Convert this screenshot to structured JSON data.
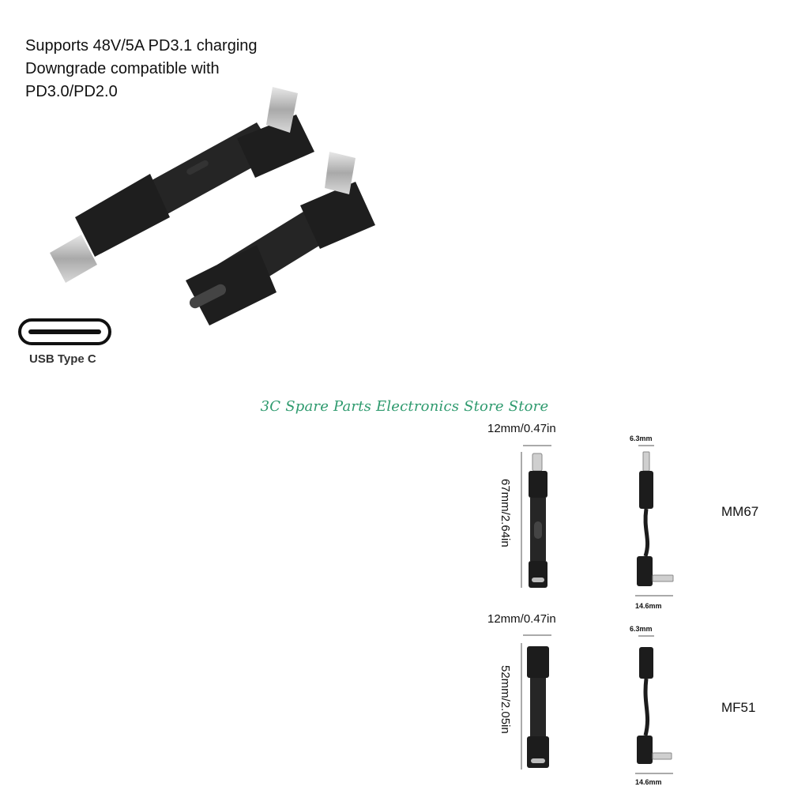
{
  "headline": {
    "line1": "Supports 48V/5A PD3.1 charging",
    "line2": "Downgrade compatible with",
    "line3": "PD3.0/PD2.0"
  },
  "usb_logo": {
    "caption": "USB Type C",
    "icon": "usb-c-port-icon"
  },
  "watermark": "3C Spare Parts Electronics Store Store",
  "mm67": {
    "model": "MM67",
    "width": "12mm/0.47in",
    "length": "67mm/2.64in",
    "side_width": "6.3mm",
    "bend_width": "14.6mm"
  },
  "mf51": {
    "model": "MF51",
    "width": "12mm/0.47in",
    "length": "52mm/2.05in",
    "side_width": "6.3mm",
    "bend_width": "14.6mm"
  },
  "colors": {
    "watermark": "#2e9a6e",
    "cable": "#1c1c1c",
    "connector": "#c8c8c8"
  }
}
